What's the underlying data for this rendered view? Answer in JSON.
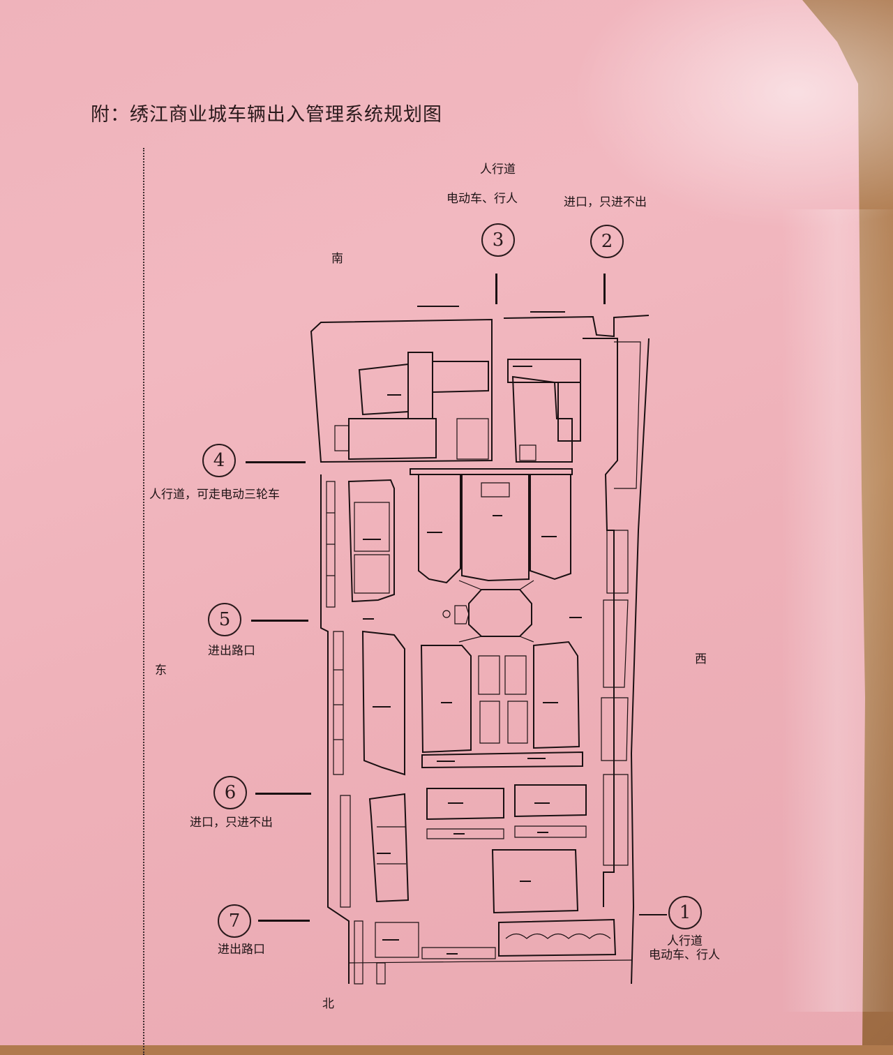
{
  "map": {
    "title": "附：绣江商业城车辆出入管理系统规划图",
    "directions": {
      "south": "南",
      "east": "东",
      "west": "西",
      "north": "北"
    },
    "entrances": [
      {
        "number": "1",
        "line1": "人行道",
        "line2": "电动车、行人"
      },
      {
        "number": "2",
        "line1": "进口，只进不出"
      },
      {
        "number": "3",
        "line1": "人行道",
        "line2": "电动车、行人"
      },
      {
        "number": "4",
        "line1": "人行道，可走电动三轮车"
      },
      {
        "number": "5",
        "line1": "进出路口"
      },
      {
        "number": "6",
        "line1": "进口，只进不出"
      },
      {
        "number": "7",
        "line1": "进出路口"
      }
    ]
  }
}
